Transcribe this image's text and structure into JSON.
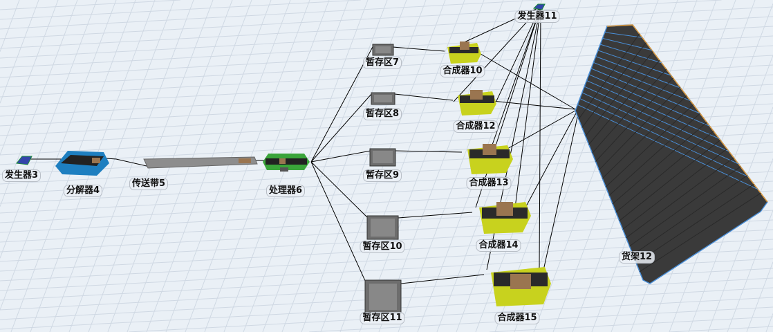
{
  "objects": {
    "source3": "发生器3",
    "separator4": "分解器4",
    "conveyor5": "传送带5",
    "processor6": "处理器6",
    "queue7": "暂存区7",
    "queue8": "暂存区8",
    "queue9": "暂存区9",
    "queue10": "暂存区10",
    "queue11": "暂存区11",
    "combiner10": "合成器10",
    "combiner12": "合成器12",
    "combiner13": "合成器13",
    "combiner14": "合成器14",
    "combiner15": "合成器15",
    "source11": "发生器11",
    "rack12": "货架12"
  },
  "colors": {
    "floor": "#eaf0f6",
    "grid": "#cfd8e3",
    "combiner": "#c8d21e",
    "separator": "#1e7fc0",
    "processor": "#3aa53a",
    "rack_frame": "#4a8fd8",
    "rack_top": "#e09a3a"
  }
}
